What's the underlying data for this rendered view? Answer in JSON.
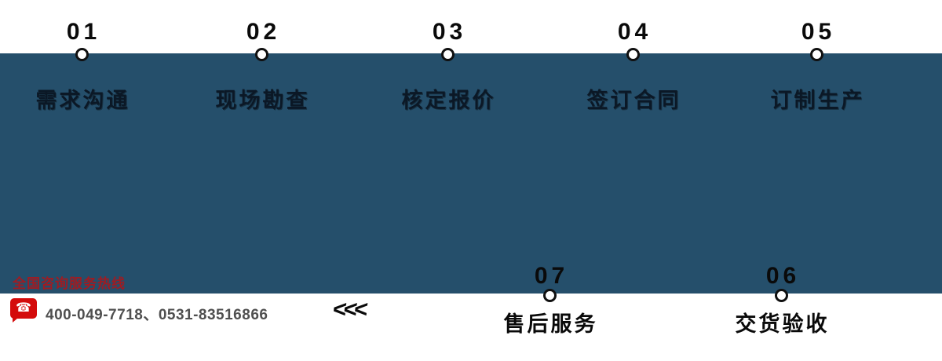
{
  "colors": {
    "panel_background": "#254f6b",
    "accent_red": "#d40b0b",
    "hotline_title_red": "#9e1c23",
    "step_number_black": "#0a0a0a",
    "step_label_dark": "#0b1826",
    "phone_text_gray": "#4f4f4f"
  },
  "process": {
    "top_steps": [
      {
        "num": "01",
        "label": "需求沟通"
      },
      {
        "num": "02",
        "label": "现场勘查"
      },
      {
        "num": "03",
        "label": "核定报价"
      },
      {
        "num": "04",
        "label": "签订合同"
      },
      {
        "num": "05",
        "label": "订制生产"
      }
    ],
    "bottom_steps": [
      {
        "num": "07",
        "label": "售后服务"
      },
      {
        "num": "06",
        "label": "交货验收"
      }
    ],
    "back_arrows": "<<<"
  },
  "hotline": {
    "title": "全国咨询服务热线",
    "phone_icon_glyph": "☎",
    "numbers": "400-049-7718、0531-83516866"
  }
}
